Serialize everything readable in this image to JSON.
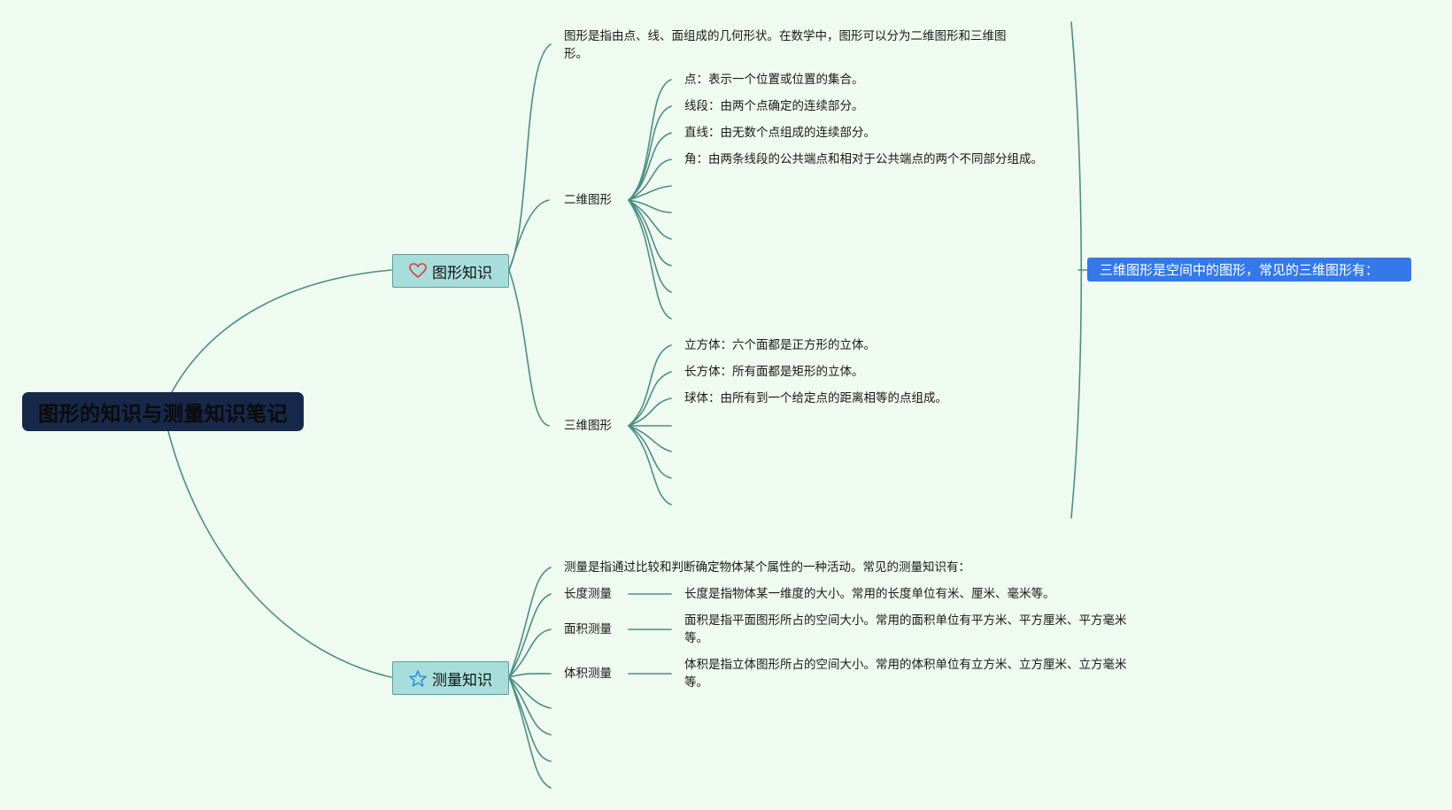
{
  "root": {
    "title": "图形的知识与测量知识笔记"
  },
  "shape": {
    "title": "图形知识",
    "icon": "heart-icon",
    "intro": "图形是指由点、线、面组成的几何形状。在数学中，图形可以分为二维图形和三维图形。",
    "two_d": {
      "label": "二维图形",
      "items": [
        "点：表示一个位置或位置的集合。",
        "线段：由两个点确定的连续部分。",
        "直线：由无数个点组成的连续部分。",
        "角：由两条线段的公共端点和相对于公共端点的两个不同部分组成。"
      ]
    },
    "three_d": {
      "label": "三维图形",
      "items": [
        "立方体：六个面都是正方形的立体。",
        "长方体：所有面都是矩形的立体。",
        "球体：由所有到一个给定点的距离相等的点组成。"
      ]
    },
    "callout": "三维图形是空间中的图形，常见的三维图形有："
  },
  "measure": {
    "title": "测量知识",
    "icon": "star-icon",
    "intro": "测量是指通过比较和判断确定物体某个属性的一种活动。常见的测量知识有：",
    "items": [
      {
        "label": "长度测量",
        "detail": "长度是指物体某一维度的大小。常用的长度单位有米、厘米、毫米等。"
      },
      {
        "label": "面积测量",
        "detail": "面积是指平面图形所占的空间大小。常用的面积单位有平方米、平方厘米、平方毫米等。"
      },
      {
        "label": "体积测量",
        "detail": "体积是指立体图形所占的空间大小。常用的体积单位有立方米、立方厘米、立方毫米等。"
      }
    ]
  },
  "colors": {
    "link": "#4e8e84",
    "root_bg": "#17284a",
    "main_bg": "#a7dedb",
    "callout_bg": "#3579e8",
    "heart": "#d84a4a",
    "star": "#2f8fd8"
  }
}
